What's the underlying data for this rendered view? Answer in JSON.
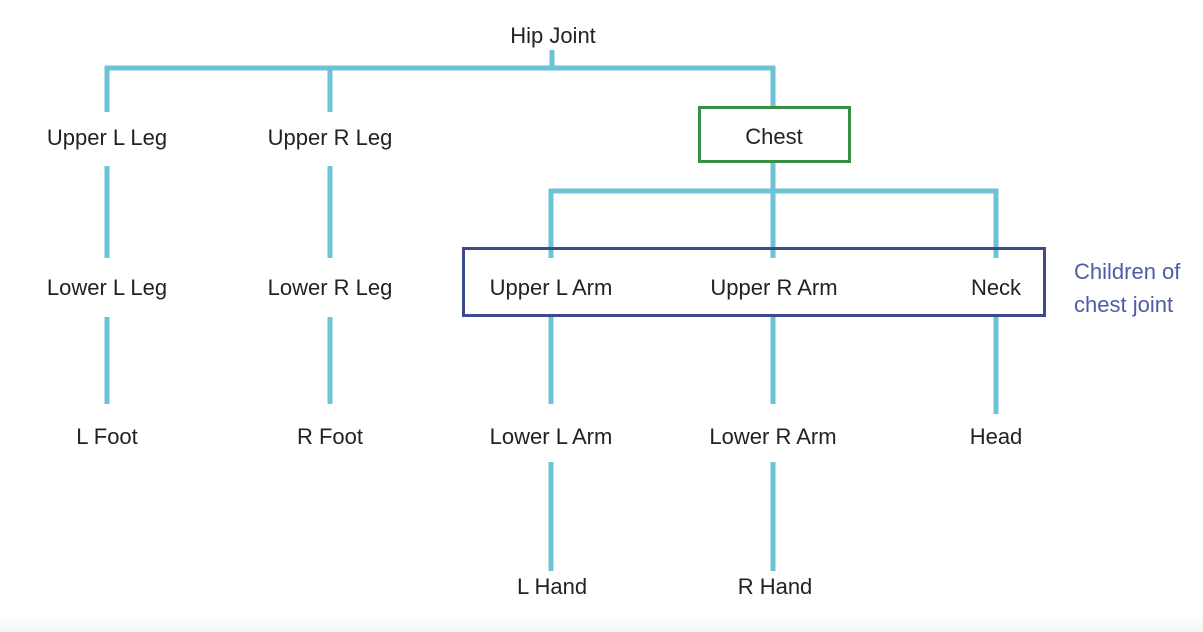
{
  "diagram": {
    "nodes": {
      "hip_joint": "Hip Joint",
      "upper_l_leg": "Upper L Leg",
      "upper_r_leg": "Upper R Leg",
      "chest": "Chest",
      "lower_l_leg": "Lower L Leg",
      "lower_r_leg": "Lower R Leg",
      "upper_l_arm": "Upper L Arm",
      "upper_r_arm": "Upper R Arm",
      "neck": "Neck",
      "l_foot": "L Foot",
      "r_foot": "R Foot",
      "lower_l_arm": "Lower L Arm",
      "lower_r_arm": "Lower R Arm",
      "head": "Head",
      "l_hand": "L Hand",
      "r_hand": "R Hand"
    },
    "annotation": {
      "line1": "Children of",
      "line2": "chest joint"
    },
    "colors": {
      "connector": "#6cc3d6",
      "chest_highlight": "#3a8f45",
      "children_highlight": "#3e4a8c",
      "annotation_text": "#4f5aa8"
    }
  }
}
